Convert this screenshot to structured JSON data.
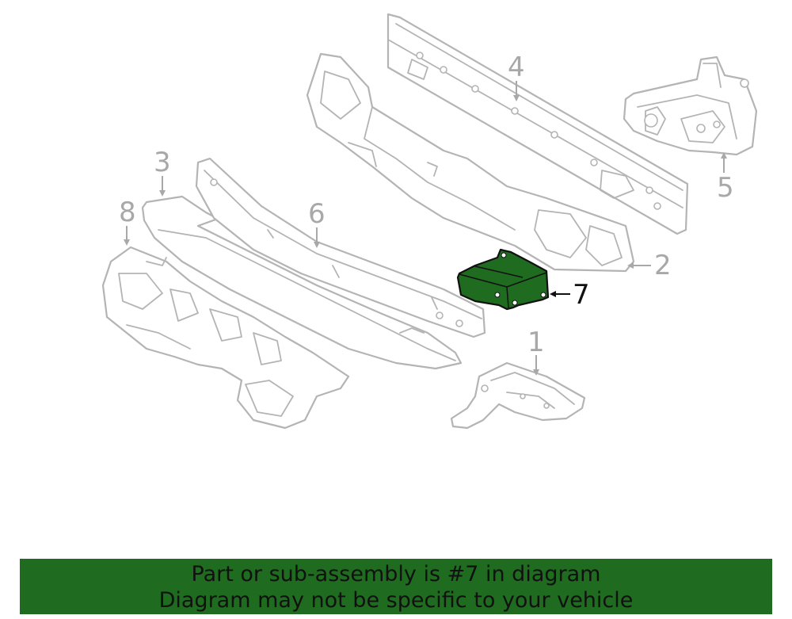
{
  "diagram": {
    "callouts": [
      {
        "id": "1",
        "label": "1"
      },
      {
        "id": "2",
        "label": "2"
      },
      {
        "id": "3",
        "label": "3"
      },
      {
        "id": "4",
        "label": "4"
      },
      {
        "id": "5",
        "label": "5"
      },
      {
        "id": "6",
        "label": "6"
      },
      {
        "id": "7",
        "label": "7"
      },
      {
        "id": "8",
        "label": "8"
      }
    ],
    "highlighted_part": "7",
    "colors": {
      "highlight": "#1f6b1f",
      "line_art": "#b4b4b4",
      "banner": "#1f6b1f"
    }
  },
  "banner": {
    "line1": "Part or sub-assembly is #7 in diagram",
    "line2": "Diagram may not be specific to your vehicle"
  }
}
